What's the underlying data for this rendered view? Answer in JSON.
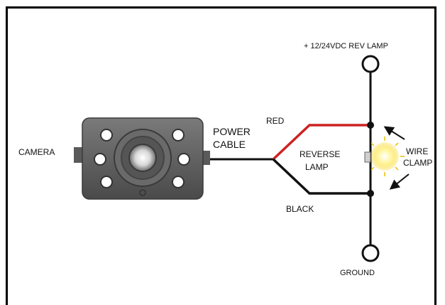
{
  "labels": {
    "camera": "CAMERA",
    "power_cable_line1": "POWER",
    "power_cable_line2": "CABLE",
    "red": "RED",
    "black": "BLACK",
    "reverse_lamp_line1": "REVERSE",
    "reverse_lamp_line2": "LAMP",
    "wire_clamp_line1": "WIRE",
    "wire_clamp_line2": "CLAMP",
    "supply": "+ 12/24VDC REV LAMP",
    "ground": "GROUND"
  },
  "colors": {
    "red_wire": "#cc2222",
    "black_wire": "#111111",
    "camera_body": "#5a5a5a",
    "lamp_glow": "#f5d000"
  }
}
